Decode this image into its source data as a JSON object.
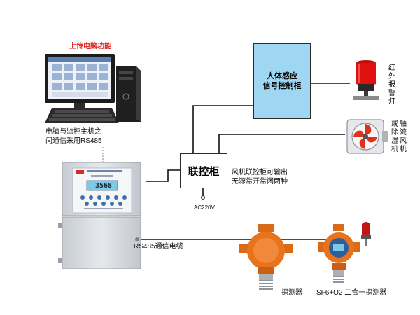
{
  "diagram": {
    "pc_title": "上传电脑功能",
    "pc_caption_line1": "电脑与监控主机之",
    "pc_caption_line2": "间通信采用RS485",
    "signal_cabinet_line1": "人体感应",
    "signal_cabinet_line2": "信号控制柜",
    "linkage_cabinet": "联控柜",
    "linkage_note_line1": "风机联控柜可输出",
    "linkage_note_line2": "无源常开常闭两种",
    "power_label": "AC220V",
    "cable_label": "RS485通信电缆",
    "alarm_light_label": "红外报警灯",
    "fan_label_col1": "或除湿机",
    "fan_label_col2": "轴流风机",
    "detector_label": "探测器",
    "combo_detector_label": "SF6+O2 二合一探测器",
    "controller_display": "3568",
    "colors": {
      "pc_title": "#e0201b",
      "signal_cabinet_fill": "#9fd6f2",
      "detector_orange": "#e8731c",
      "alarm_red": "#e01010",
      "controller_body": "#d9dde2",
      "lcd": "#7ec8ea"
    }
  }
}
